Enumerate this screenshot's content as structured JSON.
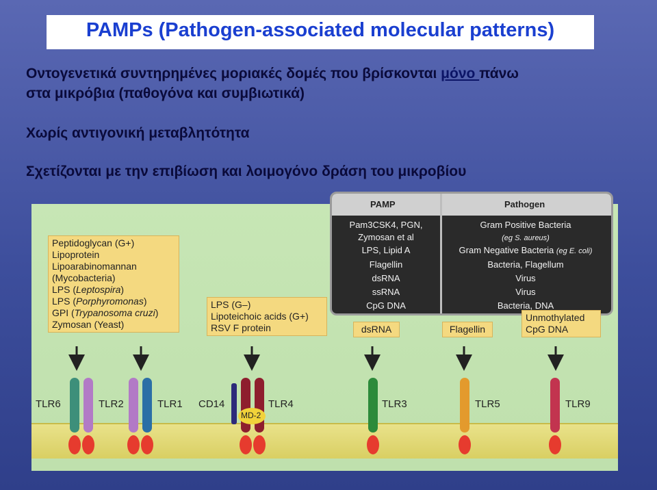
{
  "title": "PAMPs (Pathogen-associated molecular patterns)",
  "bullets": {
    "b1_part1": "Οντογενετικά συντηρημένες μοριακές δομές που βρίσκονται ",
    "b1_underlined": "μόνο ",
    "b1_part2": "πάνω",
    "b1_line2": "στα μικρόβια (παθογόνα και συμβιωτικά)",
    "b2": "Χωρίς αντιγονική μεταβλητότητα",
    "b3": "Σχετίζονται με την επιβίωση και λοιμογόνο δράση του μικροβίου"
  },
  "table": {
    "header_pamp": "PAMP",
    "header_pathogen": "Pathogen",
    "rows": [
      {
        "pamp": "Pam3CSK4, PGN,",
        "pathogen": "Gram Positive Bacteria"
      },
      {
        "pamp": "Zymosan et al",
        "pathogen": "(eg S. aureus)"
      },
      {
        "pamp": "LPS, Lipid A",
        "pathogen": "Gram Negative Bacteria",
        "pathogen_note": "(eg E. coli)"
      },
      {
        "pamp": "Flagellin",
        "pathogen": "Bacteria, Flagellum"
      },
      {
        "pamp": "dsRNA",
        "pathogen": "Virus"
      },
      {
        "pamp": "ssRNA",
        "pathogen": "Virus"
      },
      {
        "pamp": "CpG DNA",
        "pathogen": "Bacteria, DNA"
      }
    ]
  },
  "ligand_boxes": {
    "box1": {
      "l1": "Peptidoglycan (G+)",
      "l2": "Lipoprotein",
      "l3": "Lipoarabinomannan",
      "l4": "(Mycobacteria)",
      "l5a": "LPS (",
      "l5b": "Leptospira",
      "l5c": ")",
      "l6a": "LPS (",
      "l6b": "Porphyromonas",
      "l6c": ")",
      "l7a": "GPI (",
      "l7b": "Trypanosoma cruzi",
      "l7c": ")",
      "l8": "Zymosan (Yeast)"
    },
    "box2": {
      "l1": "LPS (G–)",
      "l2": "Lipoteichoic acids (G+)",
      "l3": "RSV F protein"
    },
    "box3": {
      "l1": "dsRNA"
    },
    "box4": {
      "l1": "Flagellin"
    },
    "box5": {
      "l1": "Unmothylated",
      "l2": "CpG DNA"
    }
  },
  "receptors": {
    "tlr6": "TLR6",
    "tlr2": "TLR2",
    "tlr1": "TLR1",
    "cd14": "CD14",
    "md2": "MD-2",
    "tlr4": "TLR4",
    "tlr3": "TLR3",
    "tlr5": "TLR5",
    "tlr9": "TLR9"
  },
  "colors": {
    "tlr6": "#3d8f7a",
    "tlr2": "#b27ac6",
    "tlr1": "#2b6fa6",
    "cd14": "#2d2a7a",
    "tlr4": "#8e1e2e",
    "tlr3": "#2c8a3a",
    "tlr5": "#e39a2d",
    "tlr9": "#c2344f",
    "tir": "#e63b2e",
    "md2": "#f1d23a"
  }
}
